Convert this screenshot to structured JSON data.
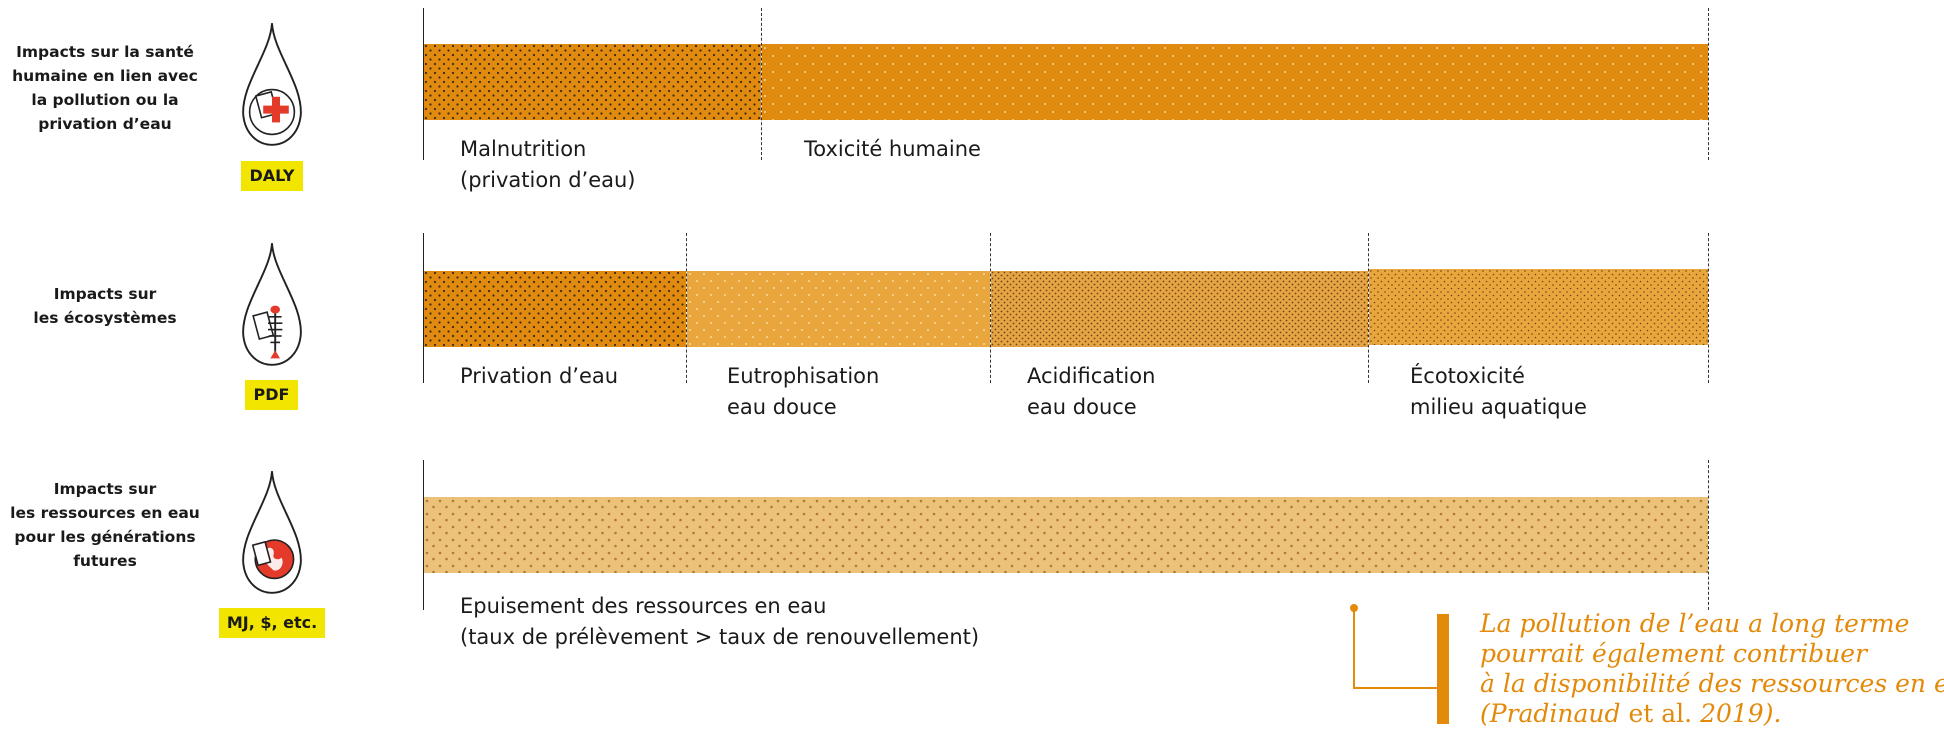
{
  "colors": {
    "highlight": "#f2e600",
    "accent": "#e38a0b",
    "orange_dark": "#e08a0f",
    "orange_mid": "#e9a63c",
    "orange_light": "#ecc17a"
  },
  "categories": [
    {
      "title": "Impacts sur la santé\nhumaine en lien avec\nla pollution ou la\nprivation d’eau",
      "unit": "DALY",
      "icon": "drop-health-cross-icon",
      "segments": [
        {
          "label": "Malnutrition\n(privation d’eau)"
        },
        {
          "label": "Toxicité humaine"
        }
      ]
    },
    {
      "title": "Impacts sur\nles écosystèmes",
      "unit": "PDF",
      "icon": "drop-fish-skeleton-icon",
      "segments": [
        {
          "label": "Privation d’eau"
        },
        {
          "label": "Eutrophisation\neau douce"
        },
        {
          "label": "Acidification\neau douce"
        },
        {
          "label": "Écotoxicité\nmilieu aquatique"
        }
      ]
    },
    {
      "title": "Impacts sur\nles ressources en eau\npour les générations\nfutures",
      "unit": "MJ, $, etc.",
      "icon": "drop-globe-icon",
      "segments": [
        {
          "label": "Epuisement des ressources en eau\n(taux de prélèvement > taux de renouvellement)"
        }
      ]
    }
  ],
  "note": {
    "line1": "La pollution de l’eau a long terme",
    "line2": "pourrait également contribuer",
    "line3": "à la disponibilité des ressources en eau",
    "line4_start": "(Pradinaud",
    "line4_mid": " et al. ",
    "line4_end": "2019)."
  }
}
